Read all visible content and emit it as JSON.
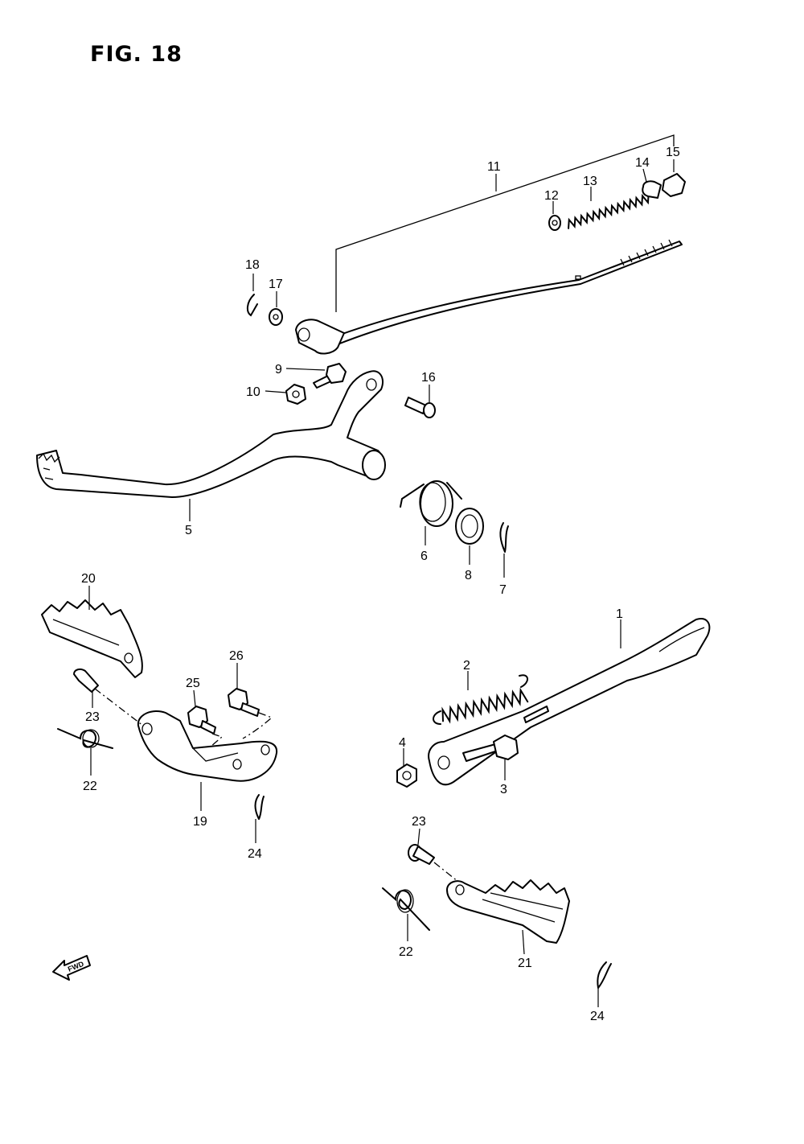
{
  "figure": {
    "title": "FIG. 18"
  },
  "fwd_label": "FWD",
  "callouts": [
    {
      "id": "c1",
      "text": "1"
    },
    {
      "id": "c2",
      "text": "2"
    },
    {
      "id": "c3",
      "text": "3"
    },
    {
      "id": "c4",
      "text": "4"
    },
    {
      "id": "c5",
      "text": "5"
    },
    {
      "id": "c6",
      "text": "6"
    },
    {
      "id": "c7",
      "text": "7"
    },
    {
      "id": "c8",
      "text": "8"
    },
    {
      "id": "c9",
      "text": "9"
    },
    {
      "id": "c10",
      "text": "10"
    },
    {
      "id": "c11",
      "text": "11"
    },
    {
      "id": "c12",
      "text": "12"
    },
    {
      "id": "c13",
      "text": "13"
    },
    {
      "id": "c14",
      "text": "14"
    },
    {
      "id": "c15",
      "text": "15"
    },
    {
      "id": "c16",
      "text": "16"
    },
    {
      "id": "c17",
      "text": "17"
    },
    {
      "id": "c18",
      "text": "18"
    },
    {
      "id": "c19",
      "text": "19"
    },
    {
      "id": "c20",
      "text": "20"
    },
    {
      "id": "c21",
      "text": "21"
    },
    {
      "id": "c22a",
      "text": "22"
    },
    {
      "id": "c22b",
      "text": "22"
    },
    {
      "id": "c23a",
      "text": "23"
    },
    {
      "id": "c23b",
      "text": "23"
    },
    {
      "id": "c24a",
      "text": "24"
    },
    {
      "id": "c24b",
      "text": "24"
    },
    {
      "id": "c25",
      "text": "25"
    },
    {
      "id": "c26",
      "text": "26"
    }
  ]
}
